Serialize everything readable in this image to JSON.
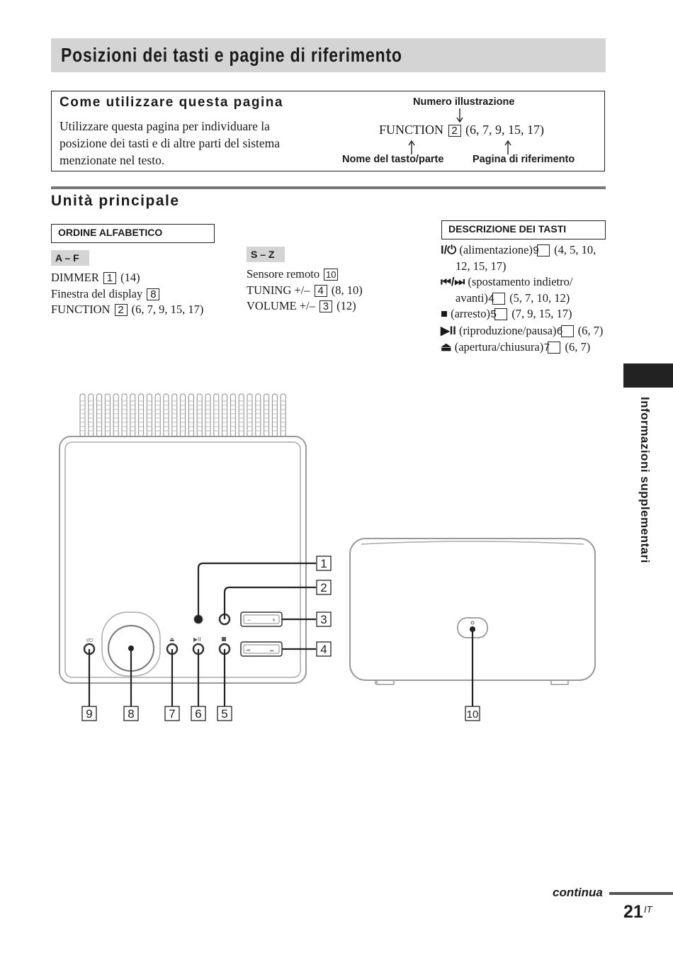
{
  "page_title": "Posizioni dei tasti e pagine di riferimento",
  "howto": {
    "title": "Come utilizzare questa pagina",
    "text": "Utilizzare questa pagina per individuare la posizione dei tasti e di altre parti del sistema menzionate nel testo.",
    "label_numero": "Numero illustrazione",
    "example_name": "FUNCTION",
    "example_num": "2",
    "example_pages": "(6, 7, 9, 15, 17)",
    "label_nome": "Nome del tasto/parte",
    "label_pagina": "Pagina di riferimento"
  },
  "section_title": "Unità principale",
  "alpha_header": "ORDINE ALFABETICO",
  "group_af": {
    "header": "A – F",
    "items": [
      {
        "name": "DIMMER",
        "num": "1",
        "pages": "(14)"
      },
      {
        "name": "Finestra del display",
        "num": "8",
        "pages": ""
      },
      {
        "name": "FUNCTION",
        "num": "2",
        "pages": "(6, 7, 9, 15, 17)"
      }
    ]
  },
  "group_sz": {
    "header": "S – Z",
    "items": [
      {
        "name": "Sensore remoto",
        "num": "10",
        "pages": ""
      },
      {
        "name": "TUNING +/–",
        "num": "4",
        "pages": "(8, 10)"
      },
      {
        "name": "VOLUME +/–",
        "num": "3",
        "pages": "(12)"
      }
    ]
  },
  "desc_header": "DESCRIZIONE DEI TASTI",
  "desc_items": [
    {
      "symbol": "I/⏻",
      "name": "(alimentazione)",
      "num": "9",
      "pages": "(4, 5, 10, 12, 15, 17)"
    },
    {
      "symbol": "⏮/⏭",
      "name": "(spostamento indietro/ avanti)",
      "num": "4",
      "pages": "(5, 7, 10, 12)"
    },
    {
      "symbol": "■",
      "name": "(arresto)",
      "num": "5",
      "pages": "(7, 9, 15, 17)"
    },
    {
      "symbol": "▶II",
      "name": "(riproduzione/pausa)",
      "num": "6",
      "pages": "(6, 7)"
    },
    {
      "symbol": "⏏",
      "name": "(apertura/chiusura)",
      "num": "7",
      "pages": "(6, 7)"
    }
  ],
  "diagram_labels": [
    "1",
    "2",
    "3",
    "4",
    "9",
    "8",
    "7",
    "6",
    "5",
    "10"
  ],
  "side_tab": "Informazioni supplementari",
  "continua": "continua",
  "page_number": "21",
  "page_suffix": "IT"
}
